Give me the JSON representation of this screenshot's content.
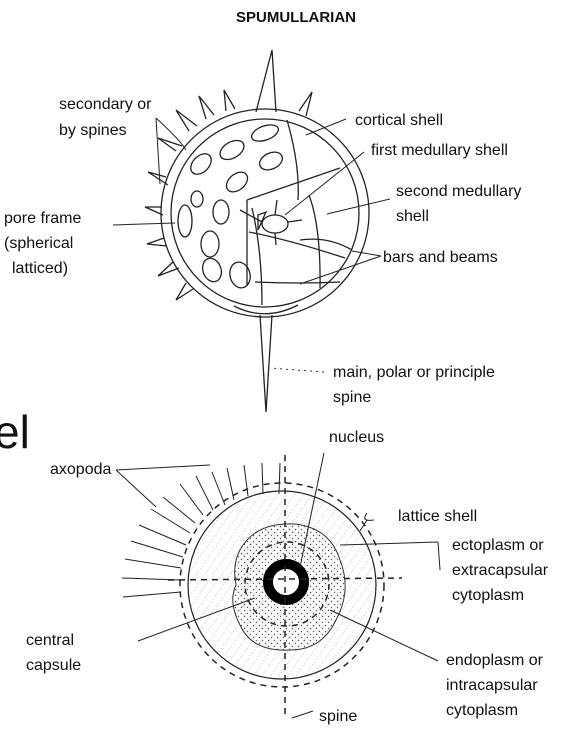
{
  "title": "SPUMULLARIAN",
  "partial_text": "el",
  "top_labels": {
    "secondary_spines": [
      "secondary or",
      "by spines"
    ],
    "cortical_shell": "cortical shell",
    "first_medullary": "first medullary shell",
    "second_medullary": [
      "second medullary",
      "shell"
    ],
    "pore_frame": [
      "pore frame",
      "(spherical",
      "latticed)"
    ],
    "bars_beams": "bars and beams",
    "main_spine": [
      "main, polar or principle",
      "spine"
    ]
  },
  "bottom_labels": {
    "nucleus": "nucleus",
    "axopoda": "axopoda",
    "lattice_shell": "lattice shell",
    "ectoplasm": [
      "ectoplasm or",
      "extracapsular",
      "cytoplasm"
    ],
    "central_capsule": [
      "central",
      "capsule"
    ],
    "endoplasm": [
      "endoplasm or",
      "intracapsular",
      "cytoplasm"
    ],
    "spine": "spine"
  }
}
